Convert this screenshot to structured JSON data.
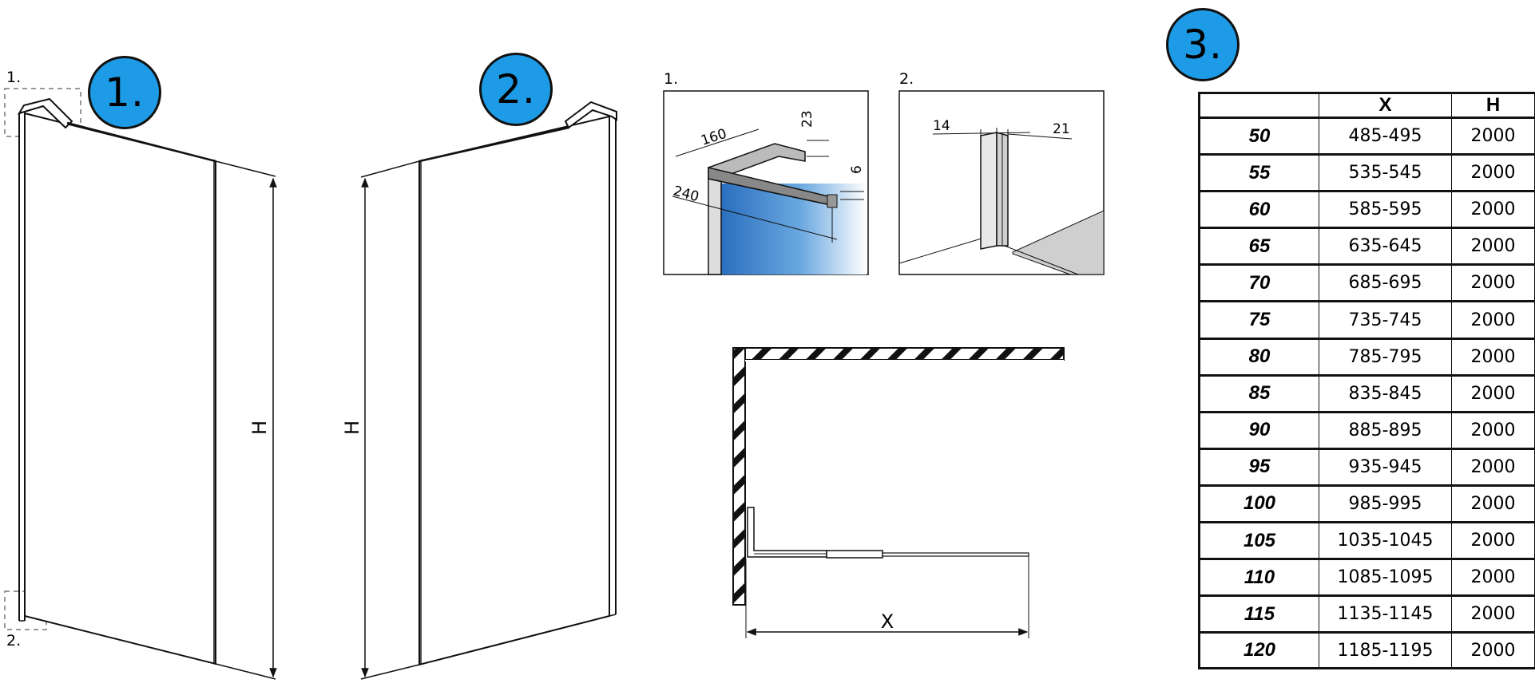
{
  "badges": {
    "one": "1.",
    "two": "2.",
    "three": "3."
  },
  "panel_labels": {
    "detail_top": "1.",
    "detail_bottom": "2.",
    "inset_one": "1.",
    "inset_two": "2."
  },
  "dimensions": {
    "height_left": "H",
    "height_right": "H",
    "bracket_length": "160",
    "bracket_depth": "240",
    "bracket_height": "23",
    "glass_gap": "6",
    "profile_a": "14",
    "profile_b": "21",
    "plan_width": "X"
  },
  "table": {
    "headers": [
      "",
      "X",
      "H"
    ],
    "rows": [
      {
        "w": "50",
        "x": "485-495",
        "h": "2000"
      },
      {
        "w": "55",
        "x": "535-545",
        "h": "2000"
      },
      {
        "w": "60",
        "x": "585-595",
        "h": "2000"
      },
      {
        "w": "65",
        "x": "635-645",
        "h": "2000"
      },
      {
        "w": "70",
        "x": "685-695",
        "h": "2000"
      },
      {
        "w": "75",
        "x": "735-745",
        "h": "2000"
      },
      {
        "w": "80",
        "x": "785-795",
        "h": "2000"
      },
      {
        "w": "85",
        "x": "835-845",
        "h": "2000"
      },
      {
        "w": "90",
        "x": "885-895",
        "h": "2000"
      },
      {
        "w": "95",
        "x": "935-945",
        "h": "2000"
      },
      {
        "w": "100",
        "x": "985-995",
        "h": "2000"
      },
      {
        "w": "105",
        "x": "1035-1045",
        "h": "2000"
      },
      {
        "w": "110",
        "x": "1085-1095",
        "h": "2000"
      },
      {
        "w": "115",
        "x": "1135-1145",
        "h": "2000"
      },
      {
        "w": "120",
        "x": "1185-1195",
        "h": "2000"
      }
    ]
  },
  "colors": {
    "badge": "#1e9be6",
    "glass_blue": "#3a86d0",
    "line": "#111111"
  }
}
